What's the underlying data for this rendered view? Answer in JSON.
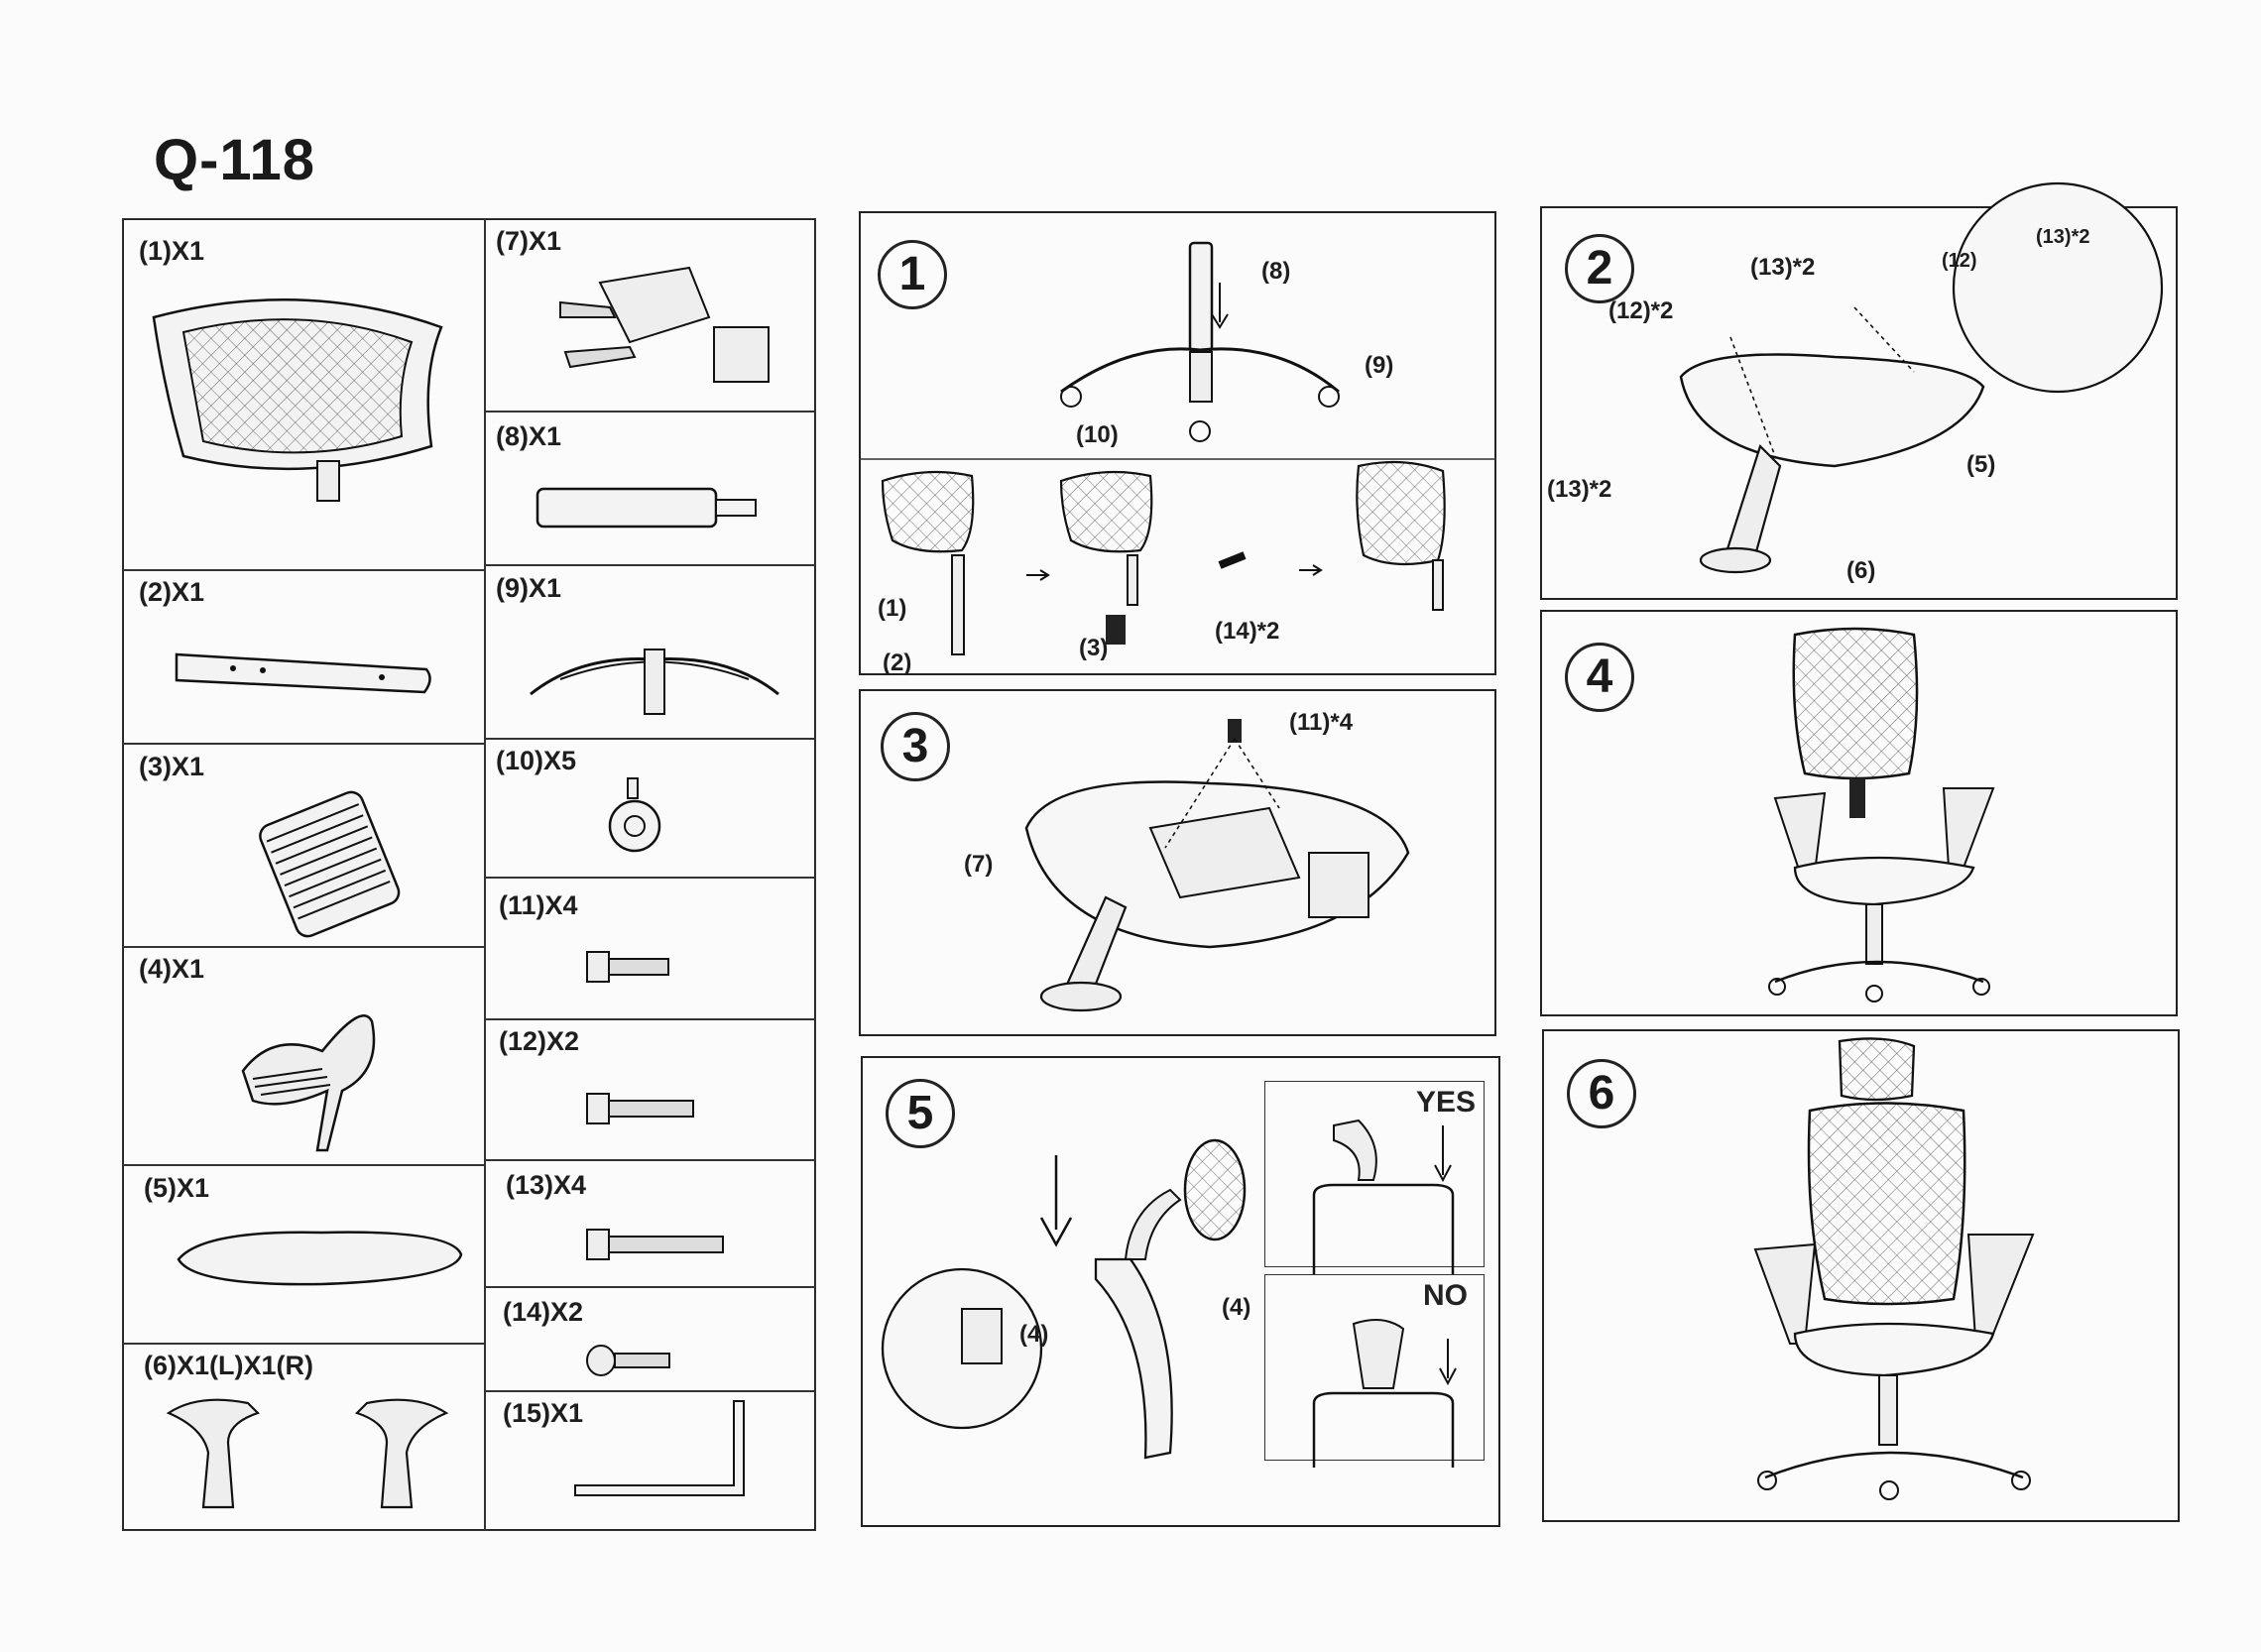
{
  "title": "Q-118",
  "parts": [
    {
      "label": "(1)X1"
    },
    {
      "label": "(2)X1"
    },
    {
      "label": "(3)X1"
    },
    {
      "label": "(4)X1"
    },
    {
      "label": "(5)X1"
    },
    {
      "label": "(6)X1(L)X1(R)"
    },
    {
      "label": "(7)X1"
    },
    {
      "label": "(8)X1"
    },
    {
      "label": "(9)X1"
    },
    {
      "label": "(10)X5"
    },
    {
      "label": "(11)X4"
    },
    {
      "label": "(12)X2"
    },
    {
      "label": "(13)X4"
    },
    {
      "label": "(14)X2"
    },
    {
      "label": "(15)X1"
    }
  ],
  "steps": [
    {
      "number": "1",
      "callouts": [
        "(8)",
        "(9)",
        "(10)",
        "(1)",
        "(2)",
        "(3)",
        "(14)*2"
      ]
    },
    {
      "number": "2",
      "callouts": [
        "(13)*2",
        "(12)*2",
        "(13)*2",
        "(12)",
        "(13)*2",
        "(5)",
        "(6)"
      ]
    },
    {
      "number": "3",
      "callouts": [
        "(11)*4",
        "(7)"
      ]
    },
    {
      "number": "4",
      "callouts": []
    },
    {
      "number": "5",
      "callouts": [
        "(4)",
        "(4)"
      ],
      "yes_label": "YES",
      "no_label": "NO"
    },
    {
      "number": "6",
      "callouts": []
    }
  ]
}
